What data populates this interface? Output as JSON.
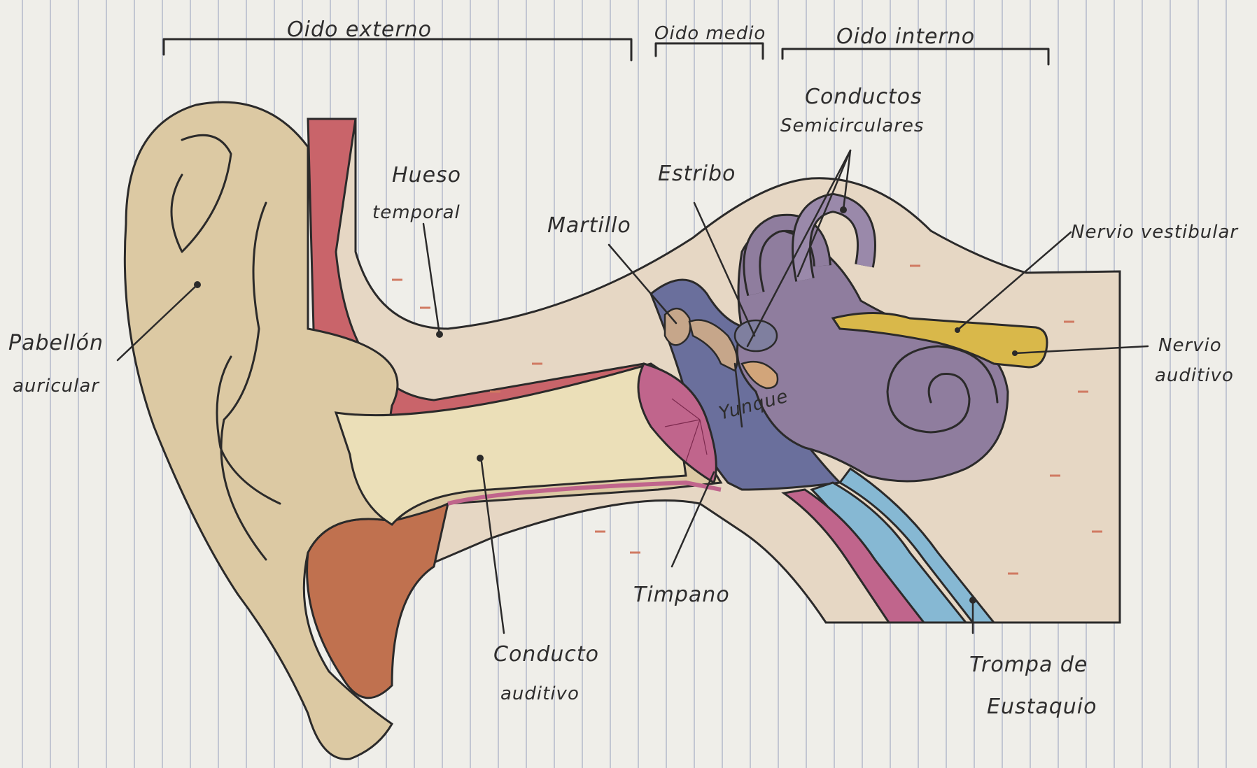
{
  "sections": {
    "outer": "Oido externo",
    "middle": "Oido medio",
    "inner": "Oido interno"
  },
  "labels": {
    "pabellon_1": "Pabellón",
    "pabellon_2": "auricular",
    "hueso_1": "Hueso",
    "hueso_2": "temporal",
    "martillo": "Martillo",
    "estribo": "Estribo",
    "yunque": "Yunque",
    "conductos_1": "Conductos",
    "conductos_2": "Semicirculares",
    "nervio_vest": "Nervio vestibular",
    "nervio_aud_1": "Nervio",
    "nervio_aud_2": "auditivo",
    "timpano": "Timpano",
    "conducto_1": "Conducto",
    "conducto_2": "auditivo",
    "trompa_1": "Trompa de",
    "trompa_2": "Eustaquio"
  },
  "colors": {
    "paper": "#efeee9",
    "rule": "#a9b0c6",
    "bone": "#e6d7c4",
    "skin": "#dcc9a3",
    "red": "#c9646a",
    "pink": "#c0658c",
    "purple": "#8f7d9e",
    "blue": "#6a6f9c",
    "cyan": "#86b8d3",
    "yellow": "#d9b84a"
  }
}
